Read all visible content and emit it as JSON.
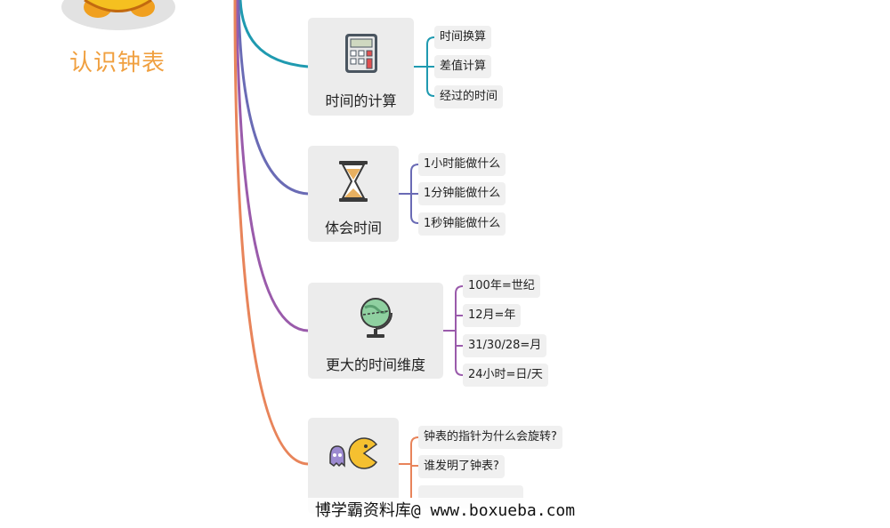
{
  "root": {
    "title": "认识钟表"
  },
  "branches": [
    {
      "label": "时间的计算",
      "icon": "calculator-icon",
      "color": "#1f9ab0",
      "children": [
        "时间换算",
        "差值计算",
        "经过的时间"
      ]
    },
    {
      "label": "体会时间",
      "icon": "hourglass-icon",
      "color": "#6a6bb5",
      "children": [
        "1小时能做什么",
        "1分钟能做什么",
        "1秒钟能做什么"
      ]
    },
    {
      "label": "更大的时间维度",
      "icon": "globe-icon",
      "color": "#9a5bab",
      "children": [
        "100年=世纪",
        "12月=年",
        "31/30/28=月",
        "24小时=日/天"
      ]
    },
    {
      "label": "",
      "icon": "pacman-icon",
      "color": "#e8845a",
      "children": [
        "钟表的指针为什么会旋转?",
        "谁发明了钟表?",
        ""
      ]
    }
  ],
  "watermark": "博学霸资料库@ www.boxueba.com",
  "colors": {
    "root_title": "#f0a040",
    "topic_bg": "#ececec",
    "leaf_bg": "#f0f0f0"
  }
}
